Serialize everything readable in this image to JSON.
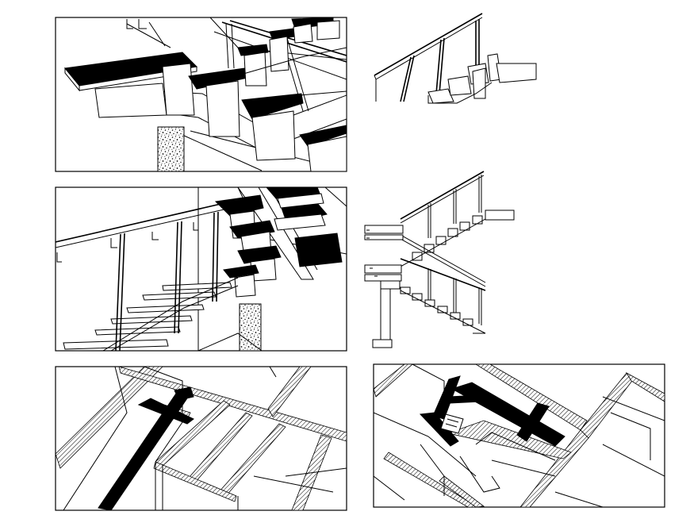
{
  "drawing": {
    "subject": "",
    "panels": [
      {
        "id": "top-left-view"
      },
      {
        "id": "top-right-view"
      },
      {
        "id": "middle-left-view"
      },
      {
        "id": "middle-right-view"
      },
      {
        "id": "bottom-left-view"
      },
      {
        "id": "bottom-right-view"
      }
    ]
  },
  "colors": {
    "ink": "#000000",
    "paper": "#ffffff"
  }
}
